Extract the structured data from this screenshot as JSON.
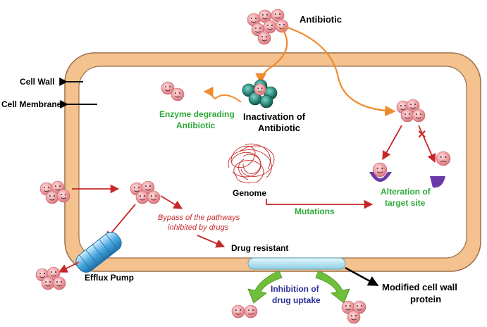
{
  "labels": {
    "antibiotic": "Antibiotic",
    "cell_wall": "Cell Wall",
    "cell_membrane": "Cell Membrane",
    "enzyme_degrading_1": "Enzyme degrading",
    "enzyme_degrading_2": "Antibiotic",
    "inactivation_1": "Inactivation of",
    "inactivation_2": "Antibiotic",
    "genome": "Genome",
    "alteration_1": "Alteration of",
    "alteration_2": "target site",
    "mutations": "Mutations",
    "bypass_1": "Bypass of the pathways",
    "bypass_2": "inhibited by drugs",
    "drug_resistant": "Drug resistant",
    "efflux_pump": "Efflux Pump",
    "inhibition_1": "Inhibition of",
    "inhibition_2": "drug uptake",
    "modified_1": "Modified cell wall",
    "modified_2": "protein"
  },
  "colors": {
    "cell_wall": "#f4c28e",
    "cell_wall_border": "#9a6f4a",
    "antibiotic_molecule": "#f3a3a8",
    "enzyme": "#2e8c7e",
    "green_text": "#2faa3a",
    "red_arrow": "#c62828",
    "orange_arrow": "#f08a2c",
    "blue_text": "#2b2f9a",
    "efflux_pump": "#4aa8e0",
    "target_site": "#6a3aa8",
    "porin": "#a9dcec",
    "green_arrow": "#6fbf3a"
  }
}
